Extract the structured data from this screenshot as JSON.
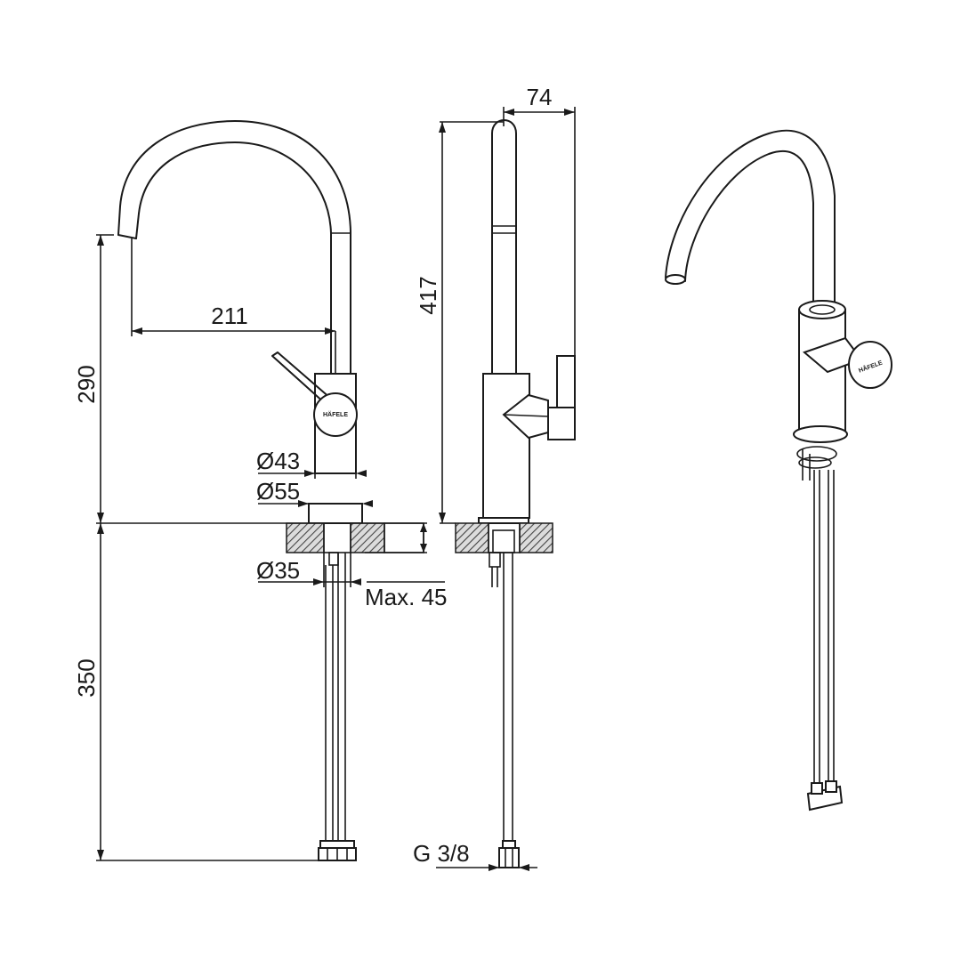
{
  "dimensions": {
    "height_spout": "290",
    "spout_reach": "211",
    "body_diameter": "Ø43",
    "base_diameter": "Ø55",
    "hole_diameter": "Ø35",
    "max_counter_thickness": "Max. 45",
    "hose_length": "350",
    "total_height": "417",
    "handle_depth": "74",
    "connection_thread": "G 3/8"
  },
  "brand_mark": "HÄFELE",
  "colors": {
    "line": "#1a1a1a",
    "hatch": "#444444",
    "background": "#ffffff"
  }
}
